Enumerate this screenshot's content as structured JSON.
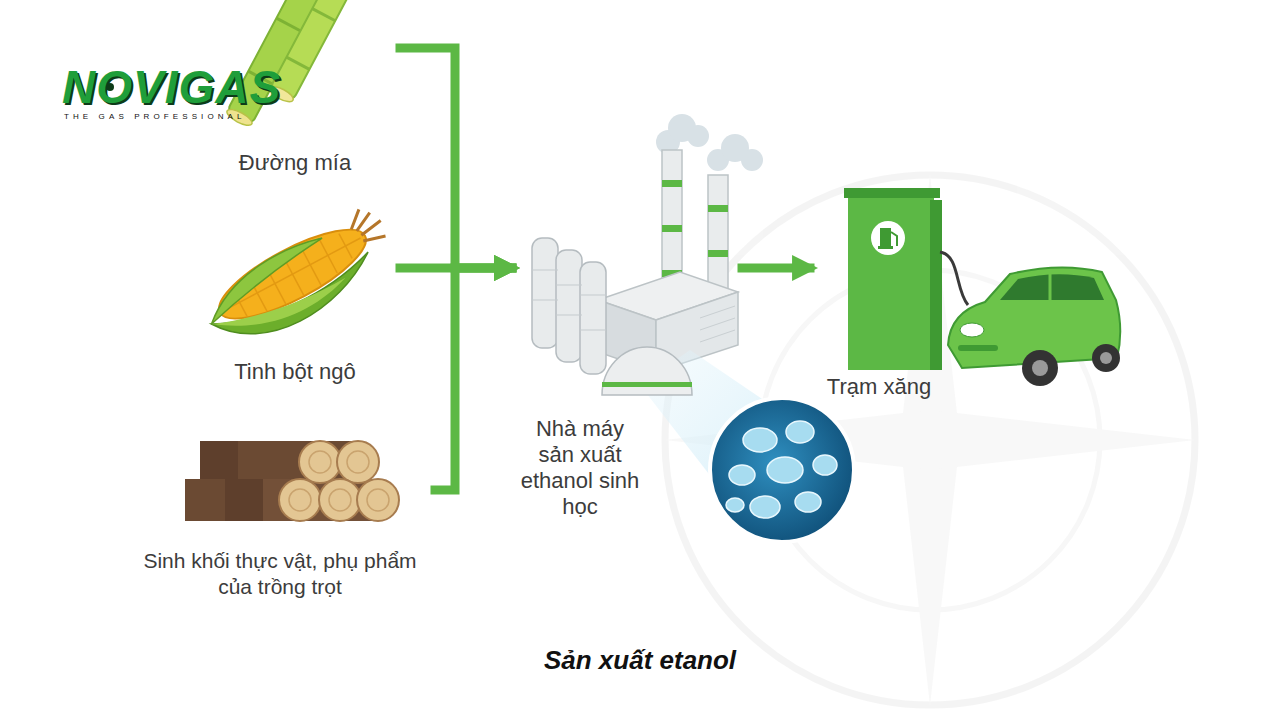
{
  "diagram": {
    "caption": "Sản xuất etanol",
    "nodes": [
      {
        "text": [
          "Đường mía"
        ]
      },
      {
        "text": [
          "Tinh bột ngô"
        ]
      },
      {
        "text": [
          "Sinh khối thực vật, phụ phẩm của trồng trọt"
        ]
      },
      {
        "text": [
          "Nhà máy sản xuất ethanol sinh học"
        ]
      },
      {
        "text": [
          "Trạm xăng"
        ]
      }
    ],
    "edges": [
      {
        "from": 0,
        "to": 3,
        "arrow": "to"
      },
      {
        "from": 1,
        "to": 3,
        "arrow": "to"
      },
      {
        "from": 2,
        "to": 3,
        "arrow": "to"
      },
      {
        "from": 3,
        "to": 4,
        "arrow": "to"
      }
    ],
    "labels": [
      "NOVIGAS",
      "THE GAS PROFESSIONAL"
    ]
  }
}
